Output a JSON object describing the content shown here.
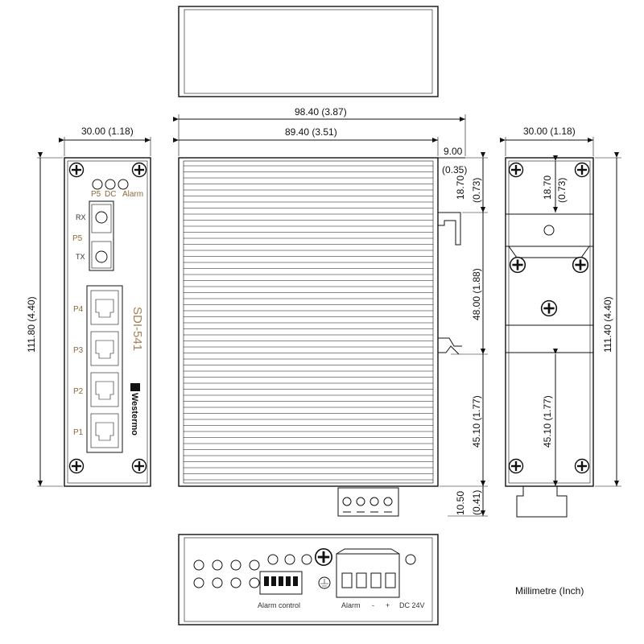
{
  "dimensions": {
    "front_width": "30.00 (1.18)",
    "front_height": "111.80 (4.40)",
    "total_depth": "98.40 (3.87)",
    "body_depth": "89.40 (3.51)",
    "rail_depth_mm": "9.00",
    "rail_depth_in": "(0.35)",
    "top_offset_side_mm": "18.70",
    "top_offset_side_in": "(0.73)",
    "rail_height": "48.00 (1.88)",
    "bottom_offset_side": "45.10 (1.77)",
    "connector_mm": "10.50",
    "connector_in": "(0.41)",
    "rear_width": "30.00 (1.18)",
    "rear_top_offset_mm": "18.70",
    "rear_top_offset_in": "(0.73)",
    "rear_bottom_offset": "45.10 (1.77)",
    "rear_height": "111.40 (4.40)"
  },
  "front_panel": {
    "led_p5": "P5",
    "led_dc": "DC",
    "led_alarm": "Alarm",
    "rx": "RX",
    "p5": "P5",
    "tx": "TX",
    "p4": "P4",
    "p3": "P3",
    "p2": "P2",
    "p1": "P1",
    "model": "SDI-541",
    "brand": "Westermo"
  },
  "bottom_panel": {
    "alarm_control": "Alarm control",
    "alarm": "Alarm",
    "minus": "-",
    "plus": "+",
    "dc": "DC 24V"
  },
  "units_note": "Millimetre (Inch)"
}
